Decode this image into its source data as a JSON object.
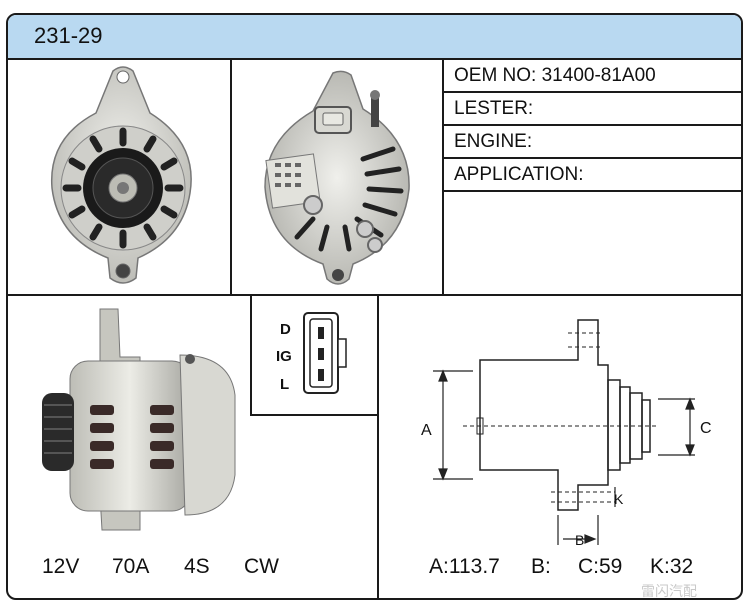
{
  "header": {
    "part_number": "231-29"
  },
  "info": {
    "oem": "OEM NO: 31400-81A00",
    "lester": "LESTER:",
    "engine": "ENGINE:",
    "application": "APPLICATION:"
  },
  "connector": {
    "pins": [
      "D",
      "IG",
      "L"
    ]
  },
  "specs": {
    "voltage": "12V",
    "amperage": "70A",
    "groove": "4S",
    "rotation": "CW"
  },
  "dimensions": {
    "a": "A:113.7",
    "b": "B:",
    "c": "C:59",
    "k": "K:32"
  },
  "drawing_labels": {
    "a": "A",
    "b": "B",
    "c": "C",
    "k": "K"
  },
  "watermark": "雷闪汽配"
}
